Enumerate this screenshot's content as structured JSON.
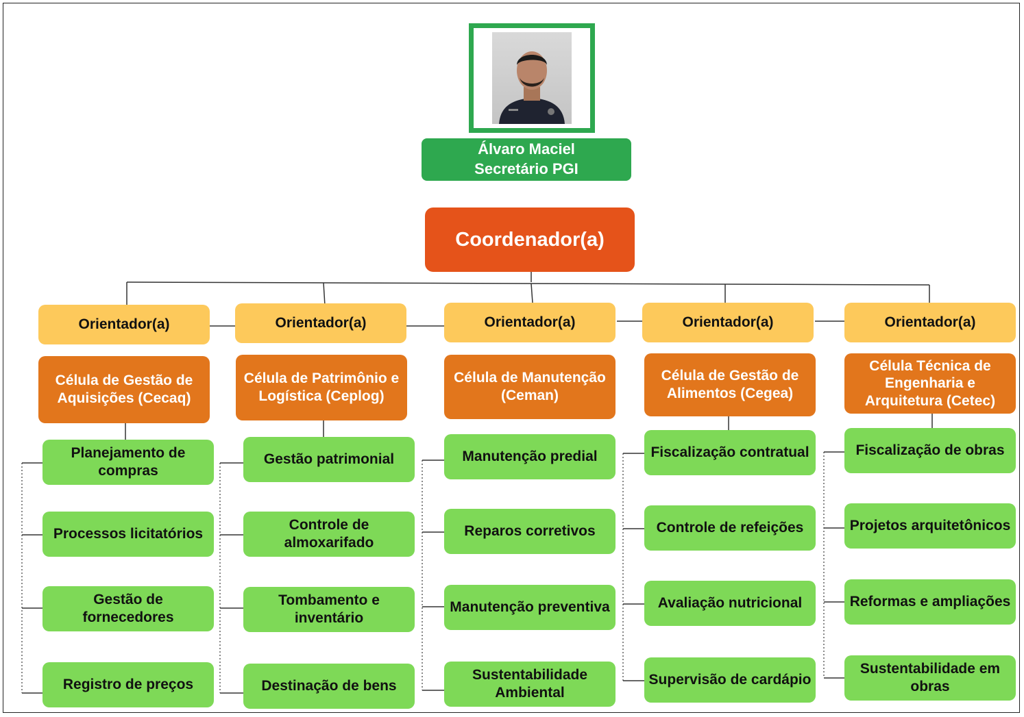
{
  "top": {
    "name": "Álvaro Maciel",
    "role": "Secretário PGI",
    "photo_icon": "person-photo"
  },
  "coordinator": "Coordenador(a)",
  "columns": [
    {
      "orientador": "Orientador(a)",
      "cell": "Célula de Gestão de Aquisições (Cecaq)",
      "tasks": [
        "Planejamento de compras",
        "Processos licitatórios",
        "Gestão de fornecedores",
        "Registro de preços"
      ]
    },
    {
      "orientador": "Orientador(a)",
      "cell": "Célula de Patrimônio e Logística (Ceplog)",
      "tasks": [
        "Gestão patrimonial",
        "Controle de almoxarifado",
        "Tombamento e inventário",
        "Destinação de bens"
      ]
    },
    {
      "orientador": "Orientador(a)",
      "cell": "Célula de Manutenção (Ceman)",
      "tasks": [
        "Manutenção predial",
        "Reparos corretivos",
        "Manutenção preventiva",
        "Sustentabilidade Ambiental"
      ]
    },
    {
      "orientador": "Orientador(a)",
      "cell": "Célula de Gestão de Alimentos (Cegea)",
      "tasks": [
        "Fiscalização contratual",
        "Controle de refeições",
        "Avaliação nutricional",
        "Supervisão de cardápio"
      ]
    },
    {
      "orientador": "Orientador(a)",
      "cell": "Célula Técnica de Engenharia e Arquitetura (Cetec)",
      "tasks": [
        "Fiscalização de obras",
        "Projetos arquitetônicos",
        "Reformas e ampliações",
        "Sustentabilidade em obras"
      ]
    }
  ],
  "colors": {
    "secretary": "#2ea84f",
    "coordinator": "#e5531a",
    "orientador": "#fdc95b",
    "cell": "#e2761c",
    "task": "#7ed957"
  }
}
